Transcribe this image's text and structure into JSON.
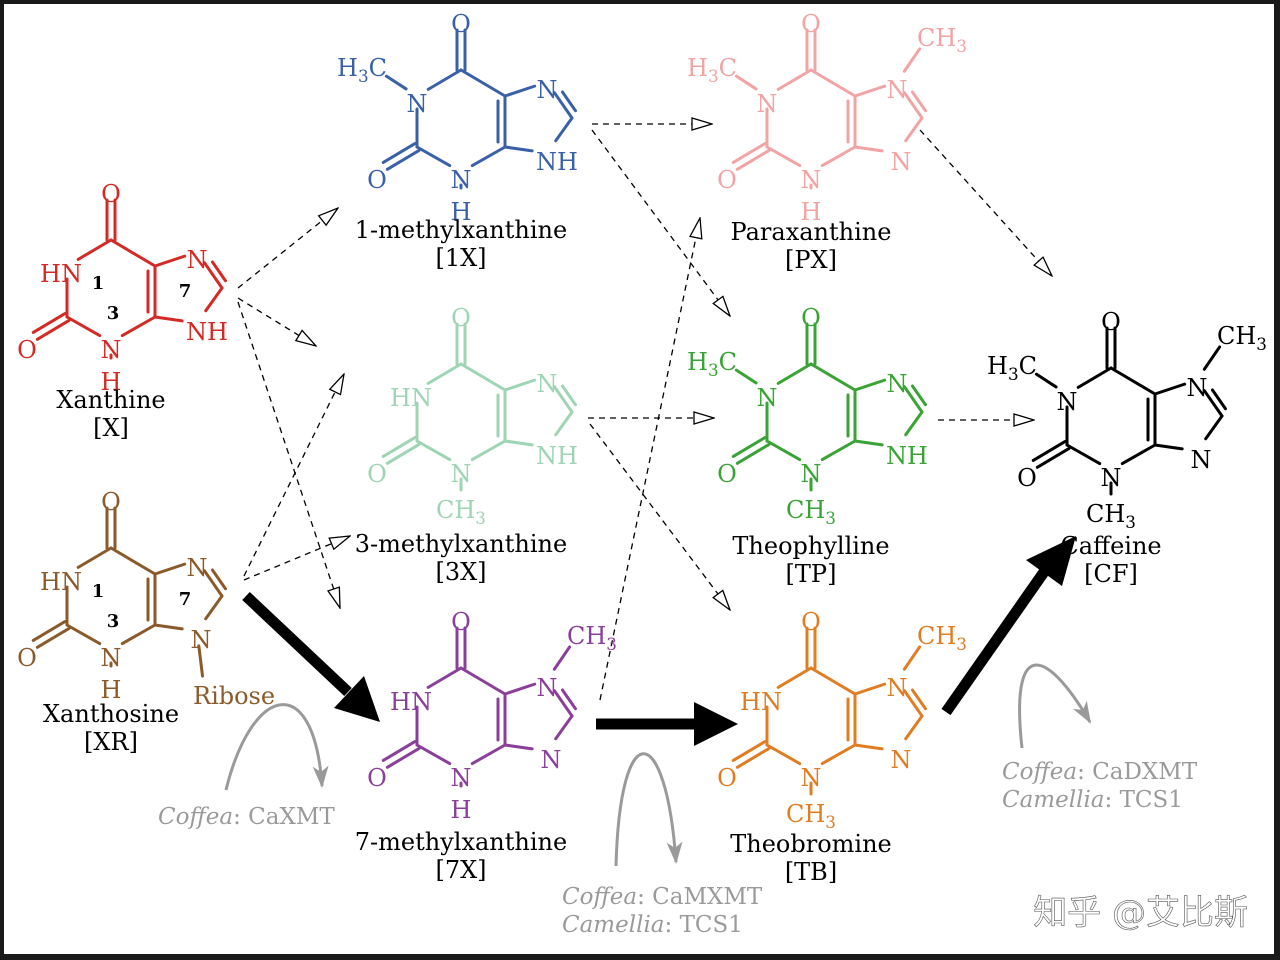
{
  "colors": {
    "background": "#ffffff",
    "frame": "#1a1a1a",
    "xanthine": "#d42a26",
    "methylxanthine1": "#3a60a8",
    "paraxanthine": "#f2a3a3",
    "methylxanthine3": "#9fd4b4",
    "theophylline": "#3aa335",
    "caffeine": "#000000",
    "xanthosine": "#8b5a2b",
    "methylxanthine7": "#8a3f9a",
    "theobromine": "#e07d22",
    "enzyme": "#9a9a9a",
    "watermark": "#ffffff"
  },
  "compounds": [
    {
      "id": "X",
      "name": "Xanthine",
      "abbr": "[X]",
      "color": "xanthine",
      "atoms": {
        "O6": "O",
        "N1": "HN",
        "C2O": "O",
        "N3": "N",
        "H3": "H",
        "N7": "N",
        "N9": "NH"
      },
      "numbers": {
        "n1": "1",
        "n3": "3",
        "n7": "7"
      }
    },
    {
      "id": "1X",
      "name": "1-methylxanthine",
      "abbr": "[1X]",
      "color": "methylxanthine1",
      "atoms": {
        "O6": "O",
        "N1": "N",
        "ME1": "H3C",
        "C2O": "O",
        "N3": "N",
        "H3": "H",
        "N7": "N",
        "N9": "NH"
      }
    },
    {
      "id": "PX",
      "name": "Paraxanthine",
      "abbr": "[PX]",
      "color": "paraxanthine",
      "atoms": {
        "O6": "O",
        "N1": "N",
        "ME1": "H3C",
        "C2O": "O",
        "N3": "N",
        "H3": "H",
        "N7": "N",
        "ME7": "CH3",
        "N9": "N"
      }
    },
    {
      "id": "3X",
      "name": "3-methylxanthine",
      "abbr": "[3X]",
      "color": "methylxanthine3",
      "atoms": {
        "O6": "O",
        "N1": "HN",
        "C2O": "O",
        "N3": "N",
        "ME3": "CH3",
        "N7": "N",
        "N9": "NH"
      }
    },
    {
      "id": "TP",
      "name": "Theophylline",
      "abbr": "[TP]",
      "color": "theophylline",
      "atoms": {
        "O6": "O",
        "N1": "N",
        "ME1": "H3C",
        "C2O": "O",
        "N3": "N",
        "ME3": "CH3",
        "N7": "N",
        "N9": "NH"
      }
    },
    {
      "id": "CF",
      "name": "Caffeine",
      "abbr": "[CF]",
      "color": "caffeine",
      "atoms": {
        "O6": "O",
        "N1": "N",
        "ME1": "H3C",
        "C2O": "O",
        "N3": "N",
        "ME3": "CH3",
        "N7": "N",
        "ME7": "CH3",
        "N9": "N"
      }
    },
    {
      "id": "XR",
      "name": "Xanthosine",
      "abbr": "[XR]",
      "color": "xanthosine",
      "atoms": {
        "O6": "O",
        "N1": "HN",
        "C2O": "O",
        "N3": "N",
        "H3": "H",
        "N7": "N",
        "N9": "N",
        "RIB": "Ribose"
      },
      "numbers": {
        "n1": "1",
        "n3": "3",
        "n7": "7"
      }
    },
    {
      "id": "7X",
      "name": "7-methylxanthine",
      "abbr": "[7X]",
      "color": "methylxanthine7",
      "atoms": {
        "O6": "O",
        "N1": "HN",
        "C2O": "O",
        "N3": "N",
        "H3": "H",
        "N7": "N",
        "ME7": "CH3",
        "N9": "N"
      }
    },
    {
      "id": "TB",
      "name": "Theobromine",
      "abbr": "[TB]",
      "color": "theobromine",
      "atoms": {
        "O6": "O",
        "N1": "HN",
        "C2O": "O",
        "N3": "N",
        "ME3": "CH3",
        "N7": "N",
        "ME7": "CH3",
        "N9": "N"
      }
    }
  ],
  "enzymes": [
    {
      "id": "xmt",
      "lines": [
        {
          "genus": "Coffea",
          "sep": ": ",
          "enzyme": "CaXMT"
        }
      ]
    },
    {
      "id": "mxmt",
      "lines": [
        {
          "genus": "Coffea",
          "sep": ": ",
          "enzyme": "CaMXMT"
        },
        {
          "genus": "Camellia",
          "sep": ": ",
          "enzyme": "TCS1"
        }
      ]
    },
    {
      "id": "dxmt",
      "lines": [
        {
          "genus": "Coffea",
          "sep": ": ",
          "enzyme": "CaDXMT"
        },
        {
          "genus": "Camellia",
          "sep": ": ",
          "enzyme": "TCS1"
        }
      ]
    }
  ],
  "watermark": "知乎 @艾比斯"
}
